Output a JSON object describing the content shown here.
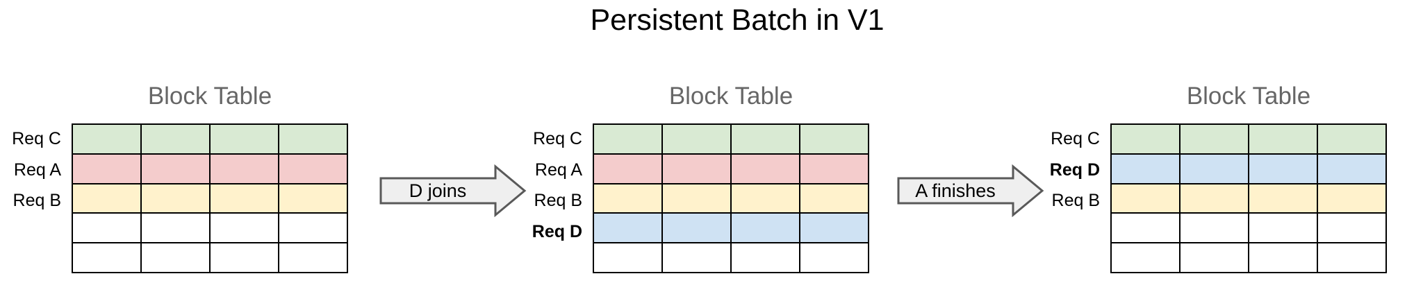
{
  "title": "Persistent Batch in V1",
  "colors": {
    "green": "#d9ead3",
    "red": "#f4cccc",
    "yellow": "#fff2cc",
    "blue": "#cfe2f3",
    "empty": "#ffffff",
    "arrow_fill": "#efefef",
    "arrow_border": "#595959",
    "table_title": "#666666",
    "grid_border": "#000000"
  },
  "tables": [
    {
      "title": "Block Table",
      "columns": 4,
      "rows": [
        {
          "label": "Req C",
          "bold": false,
          "color_key": "green"
        },
        {
          "label": "Req A",
          "bold": false,
          "color_key": "red"
        },
        {
          "label": "Req B",
          "bold": false,
          "color_key": "yellow"
        },
        {
          "label": "",
          "bold": false,
          "color_key": "empty"
        },
        {
          "label": "",
          "bold": false,
          "color_key": "empty"
        }
      ]
    },
    {
      "title": "Block Table",
      "columns": 4,
      "rows": [
        {
          "label": "Req C",
          "bold": false,
          "color_key": "green"
        },
        {
          "label": "Req A",
          "bold": false,
          "color_key": "red"
        },
        {
          "label": "Req B",
          "bold": false,
          "color_key": "yellow"
        },
        {
          "label": "Req D",
          "bold": true,
          "color_key": "blue"
        },
        {
          "label": "",
          "bold": false,
          "color_key": "empty"
        }
      ]
    },
    {
      "title": "Block Table",
      "columns": 4,
      "rows": [
        {
          "label": "Req C",
          "bold": false,
          "color_key": "green"
        },
        {
          "label": "Req D",
          "bold": true,
          "color_key": "blue"
        },
        {
          "label": "Req B",
          "bold": false,
          "color_key": "yellow"
        },
        {
          "label": "",
          "bold": false,
          "color_key": "empty"
        },
        {
          "label": "",
          "bold": false,
          "color_key": "empty"
        }
      ]
    }
  ],
  "arrows": [
    {
      "label": "D joins"
    },
    {
      "label": "A finishes"
    }
  ]
}
